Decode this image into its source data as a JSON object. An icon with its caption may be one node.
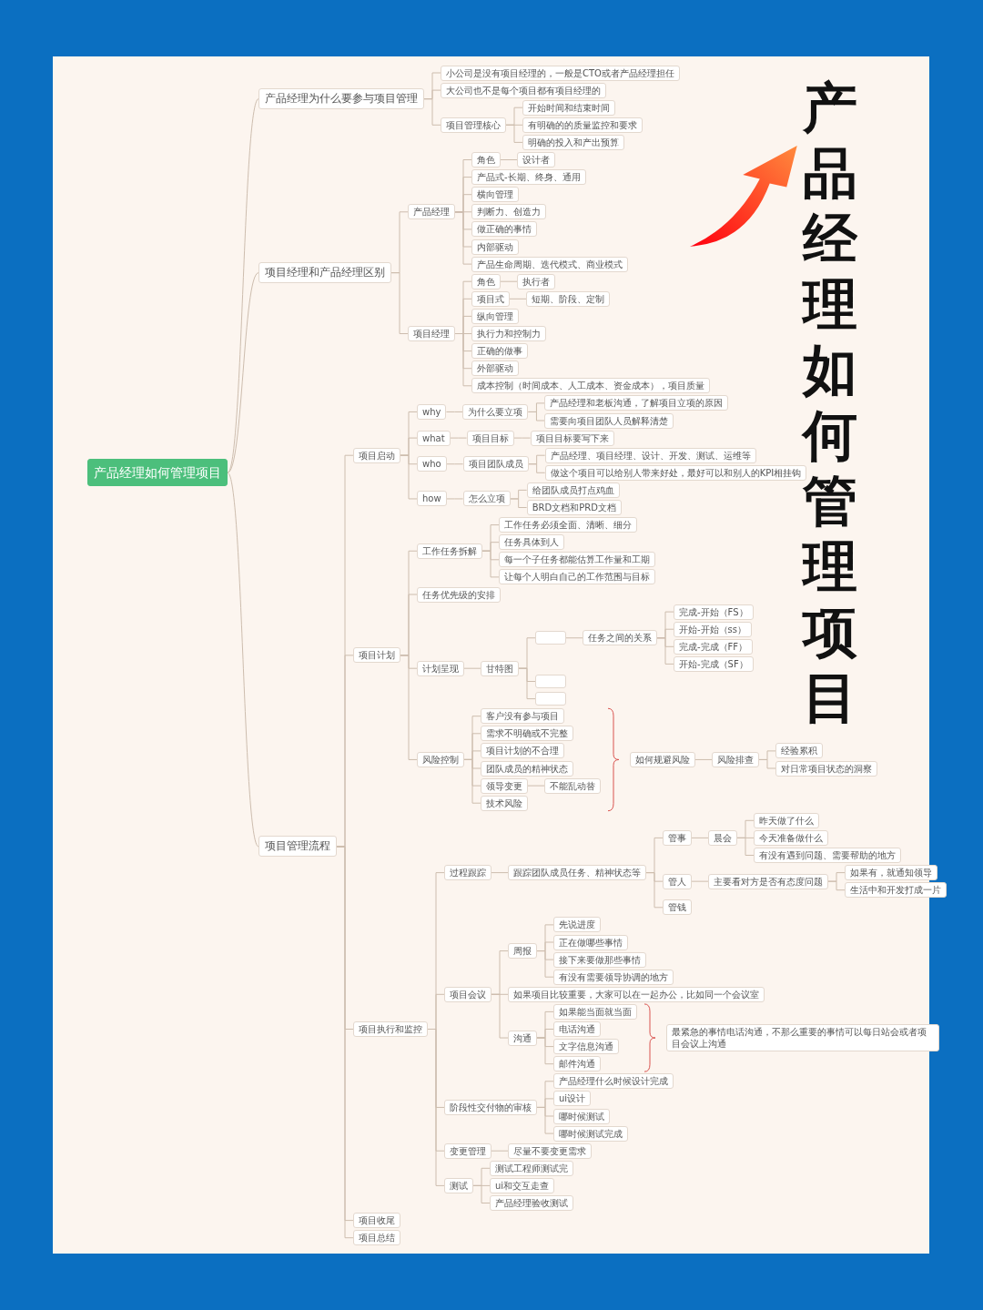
{
  "diagram": {
    "title": "产品经理如何管理项目",
    "nodes": [
      {
        "text": [
          "产品经理如何管理项目"
        ]
      },
      {
        "text": [
          "产品经理为什么要参与项目管理"
        ]
      },
      {
        "text": [
          "小公司是没有项目经理的，一般是CTO或者产品经理担任"
        ]
      },
      {
        "text": [
          "大公司也不是每个项目都有项目经理的"
        ]
      },
      {
        "text": [
          "项目管理核心"
        ]
      },
      {
        "text": [
          "开始时间和结束时间"
        ]
      },
      {
        "text": [
          "有明确的的质量监控和要求"
        ]
      },
      {
        "text": [
          "明确的投入和产出预算"
        ]
      },
      {
        "text": [
          "项目经理和产品经理区别"
        ]
      },
      {
        "text": [
          "产品经理"
        ]
      },
      {
        "text": [
          "角色"
        ]
      },
      {
        "text": [
          "设计者"
        ]
      },
      {
        "text": [
          "产品式-长期、终身、通用"
        ]
      },
      {
        "text": [
          "横向管理"
        ]
      },
      {
        "text": [
          "判断力、创造力"
        ]
      },
      {
        "text": [
          "做正确的事情"
        ]
      },
      {
        "text": [
          "内部驱动"
        ]
      },
      {
        "text": [
          "产品生命周期、迭代模式、商业模式"
        ]
      },
      {
        "text": [
          "项目经理"
        ]
      },
      {
        "text": [
          "角色"
        ]
      },
      {
        "text": [
          "执行者"
        ]
      },
      {
        "text": [
          "项目式"
        ]
      },
      {
        "text": [
          "短期、阶段、定制"
        ]
      },
      {
        "text": [
          "纵向管理"
        ]
      },
      {
        "text": [
          "执行力和控制力"
        ]
      },
      {
        "text": [
          "正确的做事"
        ]
      },
      {
        "text": [
          "外部驱动"
        ]
      },
      {
        "text": [
          "成本控制（时间成本、人工成本、资金成本），项目质量"
        ]
      },
      {
        "text": [
          "项目管理流程"
        ]
      },
      {
        "text": [
          "项目启动"
        ]
      },
      {
        "text": [
          "why"
        ]
      },
      {
        "text": [
          "为什么要立项"
        ]
      },
      {
        "text": [
          "产品经理和老板沟通，了解项目立项的原因"
        ]
      },
      {
        "text": [
          "需要向项目团队人员解释清楚"
        ]
      },
      {
        "text": [
          "what"
        ]
      },
      {
        "text": [
          "项目目标"
        ]
      },
      {
        "text": [
          "项目目标要写下来"
        ]
      },
      {
        "text": [
          "who"
        ]
      },
      {
        "text": [
          "项目团队成员"
        ]
      },
      {
        "text": [
          "产品经理、项目经理、设计、开发、测试、运维等"
        ]
      },
      {
        "text": [
          "做这个项目可以给别人带来好处，最好可以和别人的KPI相挂钩"
        ]
      },
      {
        "text": [
          "how"
        ]
      },
      {
        "text": [
          "怎么立项"
        ]
      },
      {
        "text": [
          "给团队成员打点鸡血"
        ]
      },
      {
        "text": [
          "BRD文档和PRD文档"
        ]
      },
      {
        "text": [
          "项目计划"
        ]
      },
      {
        "text": [
          "工作任务拆解"
        ]
      },
      {
        "text": [
          "工作任务必须全面、清晰、细分"
        ]
      },
      {
        "text": [
          "任务具体到人"
        ]
      },
      {
        "text": [
          "每一个子任务都能估算工作量和工期"
        ]
      },
      {
        "text": [
          "让每个人明白自己的工作范围与目标"
        ]
      },
      {
        "text": [
          "任务优先级的安排"
        ]
      },
      {
        "text": [
          "计划呈现"
        ]
      },
      {
        "text": [
          "甘特图"
        ]
      },
      {
        "text": [],
        "shape": "box"
      },
      {
        "text": [
          "任务之间的关系"
        ]
      },
      {
        "text": [
          "完成-开始（FS）"
        ]
      },
      {
        "text": [
          "开始-开始（ss）"
        ]
      },
      {
        "text": [
          "完成-完成（FF）"
        ]
      },
      {
        "text": [
          "开始-完成（SF）"
        ]
      },
      {
        "text": [],
        "shape": "box"
      },
      {
        "text": [],
        "shape": "box"
      },
      {
        "text": [
          "风险控制"
        ]
      },
      {
        "text": [
          "客户没有参与项目"
        ]
      },
      {
        "text": [
          "需求不明确或不完整"
        ]
      },
      {
        "text": [
          "项目计划的不合理"
        ]
      },
      {
        "text": [
          "团队成员的精神状态"
        ]
      },
      {
        "text": [
          "领导变更"
        ]
      },
      {
        "text": [
          "不能乱动替"
        ]
      },
      {
        "text": [
          "技术风险"
        ]
      },
      {
        "text": [
          "如何规避风险"
        ]
      },
      {
        "text": [
          "风险排查"
        ]
      },
      {
        "text": [
          "经验累积"
        ]
      },
      {
        "text": [
          "对日常项目状态的洞察"
        ]
      },
      {
        "text": [
          "项目执行和监控"
        ]
      },
      {
        "text": [
          "过程跟踪"
        ]
      },
      {
        "text": [
          "跟踪团队成员任务、精神状态等"
        ]
      },
      {
        "text": [
          "管事"
        ]
      },
      {
        "text": [
          "晨会"
        ]
      },
      {
        "text": [
          "昨天做了什么"
        ]
      },
      {
        "text": [
          "今天准备做什么"
        ]
      },
      {
        "text": [
          "有没有遇到问题、需要帮助的地方"
        ]
      },
      {
        "text": [
          "管人"
        ]
      },
      {
        "text": [
          "主要看对方是否有态度问题"
        ]
      },
      {
        "text": [
          "如果有，就通知领导"
        ]
      },
      {
        "text": [
          "生活中和开发打成一片"
        ]
      },
      {
        "text": [
          "管钱"
        ]
      },
      {
        "text": [
          "项目会议"
        ]
      },
      {
        "text": [
          "周报"
        ]
      },
      {
        "text": [
          "先说进度"
        ]
      },
      {
        "text": [
          "正在做哪些事情"
        ]
      },
      {
        "text": [
          "接下来要做那些事情"
        ]
      },
      {
        "text": [
          "有没有需要领导协调的地方"
        ]
      },
      {
        "text": [
          "如果项目比较重要，大家可以在一起办公，比如同一个会议室"
        ]
      },
      {
        "text": [
          "沟通"
        ]
      },
      {
        "text": [
          "如果能当面就当面"
        ]
      },
      {
        "text": [
          "电话沟通"
        ]
      },
      {
        "text": [
          "文字信息沟通"
        ]
      },
      {
        "text": [
          "邮件沟通"
        ]
      },
      {
        "text": [
          "最紧急的事情电话沟通，不那么重要的事情可以每日站会或者项目会议上沟通"
        ]
      },
      {
        "text": [
          "阶段性交付物的审核"
        ]
      },
      {
        "text": [
          "产品经理什么时候设计完成"
        ]
      },
      {
        "text": [
          "ui设计"
        ]
      },
      {
        "text": [
          "哪时候测试"
        ]
      },
      {
        "text": [
          "哪时候测试完成"
        ]
      },
      {
        "text": [
          "变更管理"
        ]
      },
      {
        "text": [
          "尽量不要变更需求"
        ]
      },
      {
        "text": [
          "测试"
        ]
      },
      {
        "text": [
          "测试工程师测试完"
        ]
      },
      {
        "text": [
          "ui和交互走查"
        ]
      },
      {
        "text": [
          "产品经理验收测试"
        ]
      },
      {
        "text": [
          "项目收尾"
        ]
      },
      {
        "text": [
          "项目总结"
        ]
      }
    ],
    "edges": [
      {
        "from": 0,
        "to": 1,
        "arrow": "none"
      },
      {
        "from": 0,
        "to": 8,
        "arrow": "none"
      },
      {
        "from": 0,
        "to": 28,
        "arrow": "none"
      },
      {
        "from": 1,
        "to": 2,
        "arrow": "none"
      },
      {
        "from": 1,
        "to": 3,
        "arrow": "none"
      },
      {
        "from": 1,
        "to": 4,
        "arrow": "none"
      },
      {
        "from": 4,
        "to": 5,
        "arrow": "none"
      },
      {
        "from": 4,
        "to": 6,
        "arrow": "none"
      },
      {
        "from": 4,
        "to": 7,
        "arrow": "none"
      },
      {
        "from": 8,
        "to": 9,
        "arrow": "none"
      },
      {
        "from": 8,
        "to": 18,
        "arrow": "none"
      },
      {
        "from": 9,
        "to": 10,
        "arrow": "none"
      },
      {
        "from": 9,
        "to": 12,
        "arrow": "none"
      },
      {
        "from": 9,
        "to": 13,
        "arrow": "none"
      },
      {
        "from": 9,
        "to": 14,
        "arrow": "none"
      },
      {
        "from": 9,
        "to": 15,
        "arrow": "none"
      },
      {
        "from": 9,
        "to": 16,
        "arrow": "none"
      },
      {
        "from": 9,
        "to": 17,
        "arrow": "none"
      },
      {
        "from": 10,
        "to": 11,
        "arrow": "none"
      },
      {
        "from": 18,
        "to": 19,
        "arrow": "none"
      },
      {
        "from": 18,
        "to": 21,
        "arrow": "none"
      },
      {
        "from": 18,
        "to": 23,
        "arrow": "none"
      },
      {
        "from": 18,
        "to": 24,
        "arrow": "none"
      },
      {
        "from": 18,
        "to": 25,
        "arrow": "none"
      },
      {
        "from": 18,
        "to": 26,
        "arrow": "none"
      },
      {
        "from": 18,
        "to": 27,
        "arrow": "none"
      },
      {
        "from": 19,
        "to": 20,
        "arrow": "none"
      },
      {
        "from": 21,
        "to": 22,
        "arrow": "none"
      },
      {
        "from": 28,
        "to": 29,
        "arrow": "none"
      },
      {
        "from": 28,
        "to": 45,
        "arrow": "none"
      },
      {
        "from": 28,
        "to": 74,
        "arrow": "none"
      },
      {
        "from": 28,
        "to": 111,
        "arrow": "none"
      },
      {
        "from": 28,
        "to": 112,
        "arrow": "none"
      },
      {
        "from": 29,
        "to": 30,
        "arrow": "none"
      },
      {
        "from": 29,
        "to": 34,
        "arrow": "none"
      },
      {
        "from": 29,
        "to": 37,
        "arrow": "none"
      },
      {
        "from": 29,
        "to": 41,
        "arrow": "none"
      },
      {
        "from": 30,
        "to": 31,
        "arrow": "none"
      },
      {
        "from": 31,
        "to": 32,
        "arrow": "none"
      },
      {
        "from": 31,
        "to": 33,
        "arrow": "none"
      },
      {
        "from": 34,
        "to": 35,
        "arrow": "none"
      },
      {
        "from": 35,
        "to": 36,
        "arrow": "none"
      },
      {
        "from": 37,
        "to": 38,
        "arrow": "none"
      },
      {
        "from": 38,
        "to": 39,
        "arrow": "none"
      },
      {
        "from": 38,
        "to": 40,
        "arrow": "none"
      },
      {
        "from": 41,
        "to": 42,
        "arrow": "none"
      },
      {
        "from": 42,
        "to": 43,
        "arrow": "none"
      },
      {
        "from": 42,
        "to": 44,
        "arrow": "none"
      },
      {
        "from": 45,
        "to": 46,
        "arrow": "none"
      },
      {
        "from": 45,
        "to": 51,
        "arrow": "none"
      },
      {
        "from": 45,
        "to": 52,
        "arrow": "none"
      },
      {
        "from": 45,
        "to": 62,
        "arrow": "none"
      },
      {
        "from": 46,
        "to": 47,
        "arrow": "none"
      },
      {
        "from": 46,
        "to": 48,
        "arrow": "none"
      },
      {
        "from": 46,
        "to": 49,
        "arrow": "none"
      },
      {
        "from": 46,
        "to": 50,
        "arrow": "none"
      },
      {
        "from": 52,
        "to": 53,
        "arrow": "none"
      },
      {
        "from": 53,
        "to": 54,
        "arrow": "none"
      },
      {
        "from": 53,
        "to": 60,
        "arrow": "none"
      },
      {
        "from": 53,
        "to": 61,
        "arrow": "none"
      },
      {
        "from": 54,
        "to": 55,
        "arrow": "none"
      },
      {
        "from": 55,
        "to": 56,
        "arrow": "none"
      },
      {
        "from": 55,
        "to": 57,
        "arrow": "none"
      },
      {
        "from": 55,
        "to": 58,
        "arrow": "none"
      },
      {
        "from": 55,
        "to": 59,
        "arrow": "none"
      },
      {
        "from": 62,
        "to": 63,
        "arrow": "none"
      },
      {
        "from": 62,
        "to": 64,
        "arrow": "none"
      },
      {
        "from": 62,
        "to": 65,
        "arrow": "none"
      },
      {
        "from": 62,
        "to": 66,
        "arrow": "none"
      },
      {
        "from": 62,
        "to": 67,
        "arrow": "none"
      },
      {
        "from": 62,
        "to": 69,
        "arrow": "none"
      },
      {
        "from": 67,
        "to": 68,
        "arrow": "none"
      },
      {
        "from": 70,
        "to": 71,
        "arrow": "none"
      },
      {
        "from": 71,
        "to": 72,
        "arrow": "none"
      },
      {
        "from": 71,
        "to": 73,
        "arrow": "none"
      },
      {
        "from": 74,
        "to": 75,
        "arrow": "none"
      },
      {
        "from": 74,
        "to": 87,
        "arrow": "none"
      },
      {
        "from": 74,
        "to": 100,
        "arrow": "none"
      },
      {
        "from": 74,
        "to": 105,
        "arrow": "none"
      },
      {
        "from": 74,
        "to": 107,
        "arrow": "none"
      },
      {
        "from": 75,
        "to": 76,
        "arrow": "none"
      },
      {
        "from": 76,
        "to": 77,
        "arrow": "none"
      },
      {
        "from": 76,
        "to": 82,
        "arrow": "none"
      },
      {
        "from": 76,
        "to": 86,
        "arrow": "none"
      },
      {
        "from": 77,
        "to": 78,
        "arrow": "none"
      },
      {
        "from": 78,
        "to": 79,
        "arrow": "none"
      },
      {
        "from": 78,
        "to": 80,
        "arrow": "none"
      },
      {
        "from": 78,
        "to": 81,
        "arrow": "none"
      },
      {
        "from": 82,
        "to": 83,
        "arrow": "none"
      },
      {
        "from": 83,
        "to": 84,
        "arrow": "none"
      },
      {
        "from": 83,
        "to": 85,
        "arrow": "none"
      },
      {
        "from": 87,
        "to": 88,
        "arrow": "none"
      },
      {
        "from": 87,
        "to": 93,
        "arrow": "none"
      },
      {
        "from": 87,
        "to": 94,
        "arrow": "none"
      },
      {
        "from": 88,
        "to": 89,
        "arrow": "none"
      },
      {
        "from": 88,
        "to": 90,
        "arrow": "none"
      },
      {
        "from": 88,
        "to": 91,
        "arrow": "none"
      },
      {
        "from": 88,
        "to": 92,
        "arrow": "none"
      },
      {
        "from": 94,
        "to": 95,
        "arrow": "none"
      },
      {
        "from": 94,
        "to": 96,
        "arrow": "none"
      },
      {
        "from": 94,
        "to": 97,
        "arrow": "none"
      },
      {
        "from": 94,
        "to": 98,
        "arrow": "none"
      },
      {
        "from": 100,
        "to": 101,
        "arrow": "none"
      },
      {
        "from": 100,
        "to": 102,
        "arrow": "none"
      },
      {
        "from": 100,
        "to": 103,
        "arrow": "none"
      },
      {
        "from": 100,
        "to": 104,
        "arrow": "none"
      },
      {
        "from": 105,
        "to": 106,
        "arrow": "none"
      },
      {
        "from": 107,
        "to": 108,
        "arrow": "none"
      },
      {
        "from": 107,
        "to": 109,
        "arrow": "none"
      },
      {
        "from": 107,
        "to": 110,
        "arrow": "none"
      }
    ]
  }
}
